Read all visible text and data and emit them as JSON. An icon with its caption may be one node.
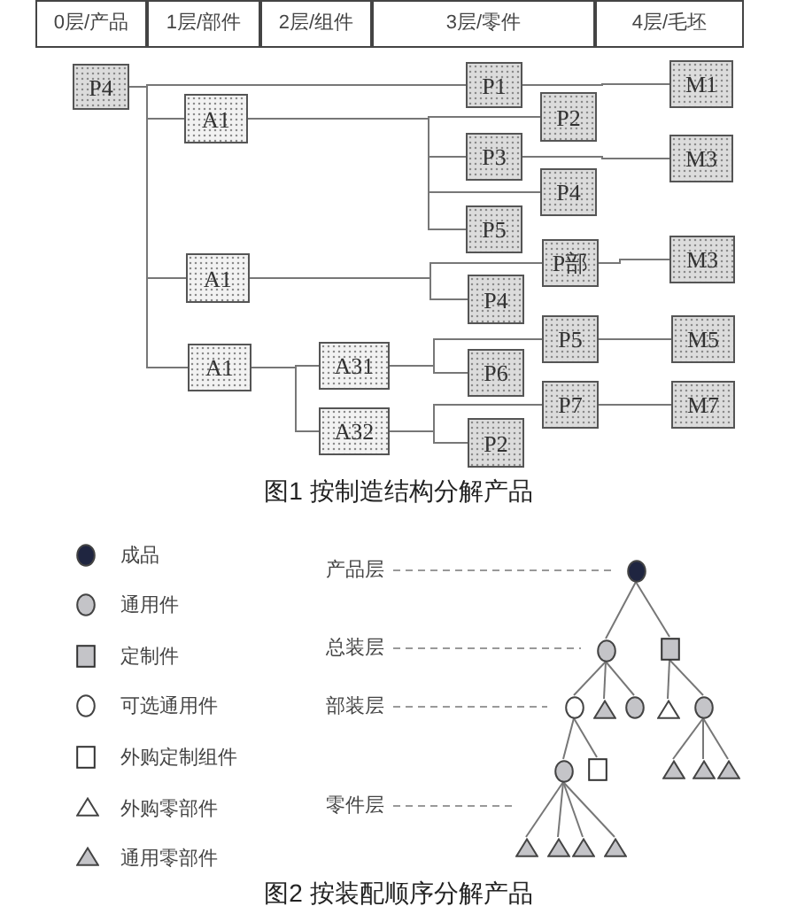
{
  "diagram": {
    "nodes": [
      {
        "text": [
          "P4"
        ]
      },
      {
        "text": [
          "P1"
        ]
      },
      {
        "text": [
          "M1"
        ]
      },
      {
        "text": [
          "A1"
        ]
      },
      {
        "text": [
          "P2"
        ]
      },
      {
        "text": [
          "P3"
        ]
      },
      {
        "text": [
          "M3"
        ]
      },
      {
        "text": [
          "P4"
        ]
      },
      {
        "text": [
          "P5"
        ]
      },
      {
        "text": [
          "P部"
        ]
      },
      {
        "text": [
          "M3"
        ]
      },
      {
        "text": [
          "A1"
        ]
      },
      {
        "text": [
          "P4"
        ]
      },
      {
        "text": [
          "P5"
        ]
      },
      {
        "text": [
          "M5"
        ]
      },
      {
        "text": [
          "A1"
        ]
      },
      {
        "text": [
          "A31"
        ]
      },
      {
        "text": [
          "P6"
        ]
      },
      {
        "text": [
          "P7"
        ]
      },
      {
        "text": [
          "M7"
        ]
      },
      {
        "text": [
          "A32"
        ]
      },
      {
        "text": [
          "P2"
        ]
      },
      {
        "text": [],
        "shape": "circle"
      },
      {
        "text": [],
        "shape": "circle"
      },
      {
        "text": [],
        "shape": "box"
      },
      {
        "text": [],
        "shape": "circle"
      },
      {
        "text": [],
        "shape": "triangle"
      },
      {
        "text": [],
        "shape": "circle"
      },
      {
        "text": [],
        "shape": "triangle"
      },
      {
        "text": [],
        "shape": "circle"
      },
      {
        "text": [],
        "shape": "circle"
      },
      {
        "text": [],
        "shape": "box"
      },
      {
        "text": [],
        "shape": "triangle"
      },
      {
        "text": [],
        "shape": "triangle"
      },
      {
        "text": [],
        "shape": "triangle"
      },
      {
        "text": [],
        "shape": "triangle"
      },
      {
        "text": [],
        "shape": "triangle"
      },
      {
        "text": [],
        "shape": "triangle"
      },
      {
        "text": [],
        "shape": "triangle"
      }
    ],
    "edges": [
      {
        "from": 0,
        "to": 1,
        "arrow": "none"
      },
      {
        "from": 0,
        "to": 3,
        "arrow": "none"
      },
      {
        "from": 0,
        "to": 11,
        "arrow": "none"
      },
      {
        "from": 0,
        "to": 15,
        "arrow": "none"
      },
      {
        "from": 1,
        "to": 2,
        "arrow": "none"
      },
      {
        "from": 3,
        "to": 4,
        "arrow": "none"
      },
      {
        "from": 3,
        "to": 5,
        "arrow": "none"
      },
      {
        "from": 3,
        "to": 7,
        "arrow": "none"
      },
      {
        "from": 3,
        "to": 8,
        "arrow": "none"
      },
      {
        "from": 5,
        "to": 6,
        "arrow": "none"
      },
      {
        "from": 11,
        "to": 9,
        "arrow": "none"
      },
      {
        "from": 11,
        "to": 12,
        "arrow": "none"
      },
      {
        "from": 9,
        "to": 10,
        "arrow": "none"
      },
      {
        "from": 15,
        "to": 16,
        "arrow": "none"
      },
      {
        "from": 15,
        "to": 20,
        "arrow": "none"
      },
      {
        "from": 16,
        "to": 13,
        "arrow": "none"
      },
      {
        "from": 16,
        "to": 17,
        "arrow": "none"
      },
      {
        "from": 13,
        "to": 14,
        "arrow": "none"
      },
      {
        "from": 20,
        "to": 18,
        "arrow": "none"
      },
      {
        "from": 20,
        "to": 21,
        "arrow": "none"
      },
      {
        "from": 18,
        "to": 19,
        "arrow": "none"
      },
      {
        "from": 22,
        "to": 23,
        "arrow": "none"
      },
      {
        "from": 22,
        "to": 24,
        "arrow": "none"
      },
      {
        "from": 23,
        "to": 25,
        "arrow": "none"
      },
      {
        "from": 23,
        "to": 26,
        "arrow": "none"
      },
      {
        "from": 23,
        "to": 27,
        "arrow": "none"
      },
      {
        "from": 24,
        "to": 28,
        "arrow": "none"
      },
      {
        "from": 24,
        "to": 29,
        "arrow": "none"
      },
      {
        "from": 25,
        "to": 30,
        "arrow": "none"
      },
      {
        "from": 25,
        "to": 31,
        "arrow": "none"
      },
      {
        "from": 29,
        "to": 32,
        "arrow": "none"
      },
      {
        "from": 29,
        "to": 33,
        "arrow": "none"
      },
      {
        "from": 29,
        "to": 34,
        "arrow": "none"
      },
      {
        "from": 30,
        "to": 35,
        "arrow": "none"
      },
      {
        "from": 30,
        "to": 36,
        "arrow": "none"
      },
      {
        "from": 30,
        "to": 37,
        "arrow": "none"
      },
      {
        "from": 30,
        "to": 38,
        "arrow": "none"
      }
    ],
    "labels": [
      "0层/产品",
      "1层/部件",
      "2层/组件",
      "3层/零件",
      "4层/毛坯",
      "图1 按制造结构分解产品",
      "产品层",
      "总装层",
      "部装层",
      "零件层",
      "图2 按装配顺序分解产品"
    ],
    "legend": [
      {
        "text": "成品"
      },
      {
        "text": "通用件"
      },
      {
        "text": "定制件"
      },
      {
        "text": "可选通用件"
      },
      {
        "text": "外购定制组件"
      },
      {
        "text": "外购零部件"
      },
      {
        "text": "通用零部件"
      }
    ]
  }
}
